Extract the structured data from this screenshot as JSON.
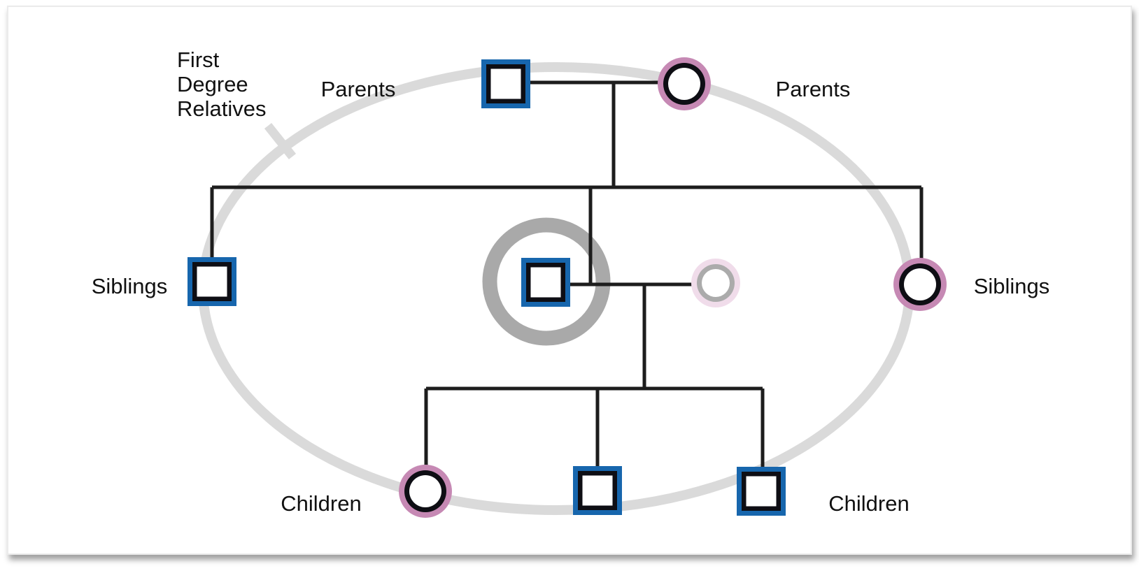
{
  "figure": {
    "type": "pedigree-diagram",
    "subject": "First degree relatives of a proband",
    "persons": [
      {
        "group": "parents",
        "sex": "male",
        "symbol": "square",
        "highlighted": false,
        "faded": false
      },
      {
        "group": "parents",
        "sex": "female",
        "symbol": "circle",
        "highlighted": false,
        "faded": false
      },
      {
        "group": "siblings",
        "sex": "male",
        "symbol": "square",
        "highlighted": false,
        "faded": false
      },
      {
        "group": "self",
        "sex": "male",
        "symbol": "square",
        "highlighted": true,
        "faded": false
      },
      {
        "group": "partner",
        "sex": "female",
        "symbol": "circle",
        "highlighted": false,
        "faded": true
      },
      {
        "group": "siblings",
        "sex": "female",
        "symbol": "circle",
        "highlighted": false,
        "faded": false
      },
      {
        "group": "children",
        "sex": "female",
        "symbol": "circle",
        "highlighted": false,
        "faded": false
      },
      {
        "group": "children",
        "sex": "male",
        "symbol": "square",
        "highlighted": false,
        "faded": false
      },
      {
        "group": "children",
        "sex": "male",
        "symbol": "square",
        "highlighted": false,
        "faded": false
      }
    ]
  },
  "title_label": {
    "line1": "First",
    "line2": "Degree",
    "line3": "Relatives"
  },
  "labels": {
    "parents_left": "Parents",
    "parents_right": "Parents",
    "siblings_left": "Siblings",
    "siblings_right": "Siblings",
    "children_left": "Children",
    "children_right": "Children"
  },
  "colors": {
    "male_border": "#1766ad",
    "female_border": "#c689b4",
    "excluded_outer": "#f0dcea",
    "excluded_inner": "#ababab",
    "highlight_ring": "#a9a9a9",
    "scope_ellipse": "#dadada",
    "shape_dark": "#0e0e14",
    "line": "#1d1d1d",
    "text": "#111111"
  }
}
